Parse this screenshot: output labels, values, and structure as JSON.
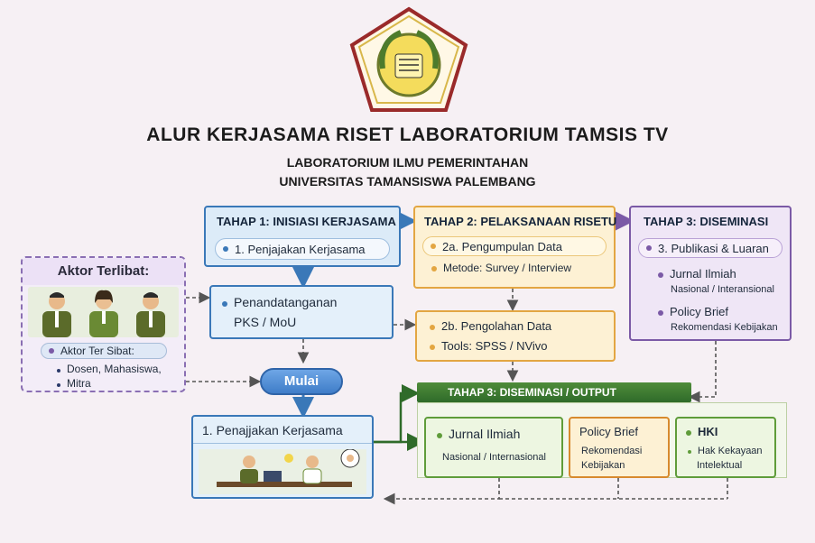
{
  "header": {
    "title": "ALUR KERJASAMA RISET LABORATORIUM TAMSIS TV",
    "subtitle1": "LABORATORIUM ILMU PEMERINTAHAN",
    "subtitle2": "UNIVERSITAS TAMANSISWA PALEMBANG",
    "logo_alt": "university-crest"
  },
  "stage1": {
    "title": "TAHAP 1: INISIASI KERJASAMA",
    "item": "1. Penjajakan Kerjasama",
    "sign_line1": "Penandatanganan",
    "sign_line2": "PKS / MoU"
  },
  "stage2": {
    "title": "TAHAP 2: PELAKSANAAN RISETU",
    "item1": "2a. Pengumpulan Data",
    "item2": "Metode: Survey / Interview",
    "item3": "2b. Pengolahan Data",
    "item4": "Tools: SPSS / NVivo"
  },
  "stage3": {
    "title": "TAHAP 3: DISEMINASI",
    "item1": "3. Publikasi & Luaran",
    "item2": "Jurnal Ilmiah",
    "item2_sub": "Nasional / Interansional",
    "item3": "Policy Brief",
    "item3_sub": "Rekomendasi Kebijakan"
  },
  "actors": {
    "title": "Aktor Terlibat:",
    "pill": "Aktor Ter Sibat:",
    "bullet1": "Dosen, Mahasiswa,",
    "bullet2": "Mitra"
  },
  "start": {
    "label": "Mulai"
  },
  "bottom": {
    "title": "1. Penajjakan Kerjasama"
  },
  "output": {
    "banner": "TAHAP 3: DISEMINASI / OUTPUT",
    "card1_title": "Jurnal Ilmiah",
    "card1_sub": "Nasional / Internasional",
    "card2_title": "Policy Brief",
    "card2_sub1": "Rekomendasi",
    "card2_sub2": "Kebijakan",
    "card3_title": "HKI",
    "card3_sub1": "Hak Kekayaan",
    "card3_sub2": "Intelektual"
  },
  "colors": {
    "blue": "#3a78b8",
    "orange": "#e3a642",
    "purple": "#7b5aa6",
    "green": "#5f9c3a",
    "start": "#4b88d0"
  }
}
